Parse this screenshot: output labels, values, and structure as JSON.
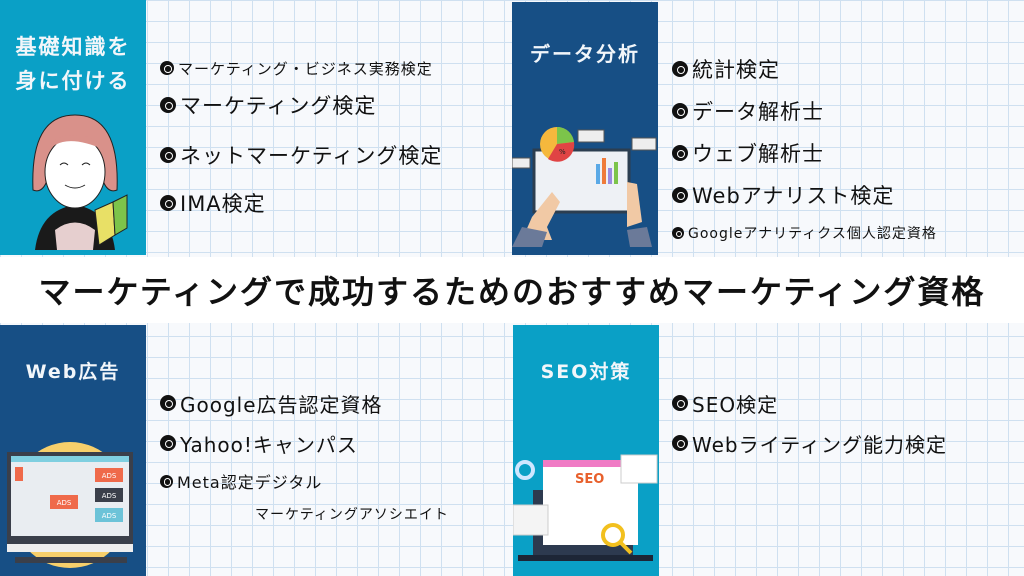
{
  "title": "マーケティングで成功するためのおすすめマーケティング資格",
  "colors": {
    "cyan": "#0aa0c6",
    "navy": "#174f85"
  },
  "sections": [
    {
      "heading": "基礎知識を身に付ける",
      "heading_lines": [
        "基礎知識を",
        "身に付ける"
      ],
      "items": [
        "マーケティング・ビジネス実務検定",
        "マーケティング検定",
        "ネットマーケティング検定",
        "IMA検定"
      ]
    },
    {
      "heading": "データ分析",
      "items": [
        "統計検定",
        "データ解析士",
        "ウェブ解析士",
        "Webアナリスト検定",
        "Googleアナリティクス個人認定資格"
      ]
    },
    {
      "heading": "Web広告",
      "items": [
        "Google広告認定資格",
        "Yahoo!キャンパス",
        "Meta認定デジタル",
        "マーケティングアソシエイト"
      ]
    },
    {
      "heading": "SEO対策",
      "items": [
        "SEO検定",
        "Webライティング能力検定"
      ]
    }
  ],
  "illustrations": {
    "ads_label": "ADS",
    "seo_label": "SEO",
    "percent": "%"
  }
}
